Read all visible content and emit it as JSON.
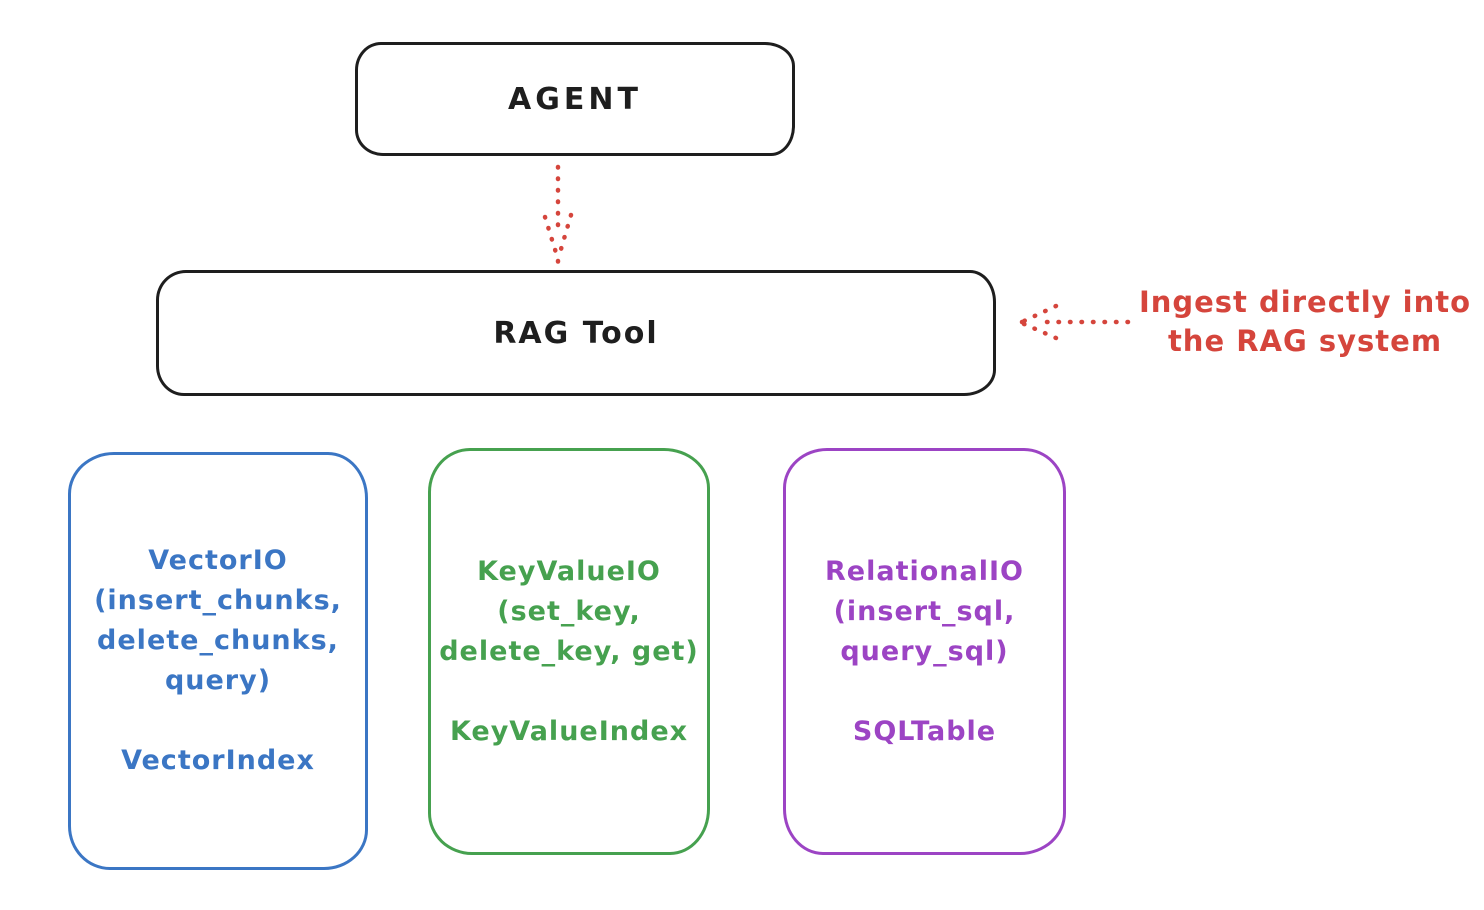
{
  "colors": {
    "background": "#ffffff",
    "stroke_black": "#1e1e1e",
    "accent_red": "#d5453c",
    "accent_blue": "#3b76c4",
    "accent_green": "#46a14f",
    "accent_purple": "#9c44c4"
  },
  "nodes": {
    "agent": {
      "label": "AGENT"
    },
    "rag_tool": {
      "label": "RAG Tool"
    }
  },
  "annotation": {
    "line1": "Ingest directly into",
    "line2": "the RAG system"
  },
  "arrows": [
    {
      "name": "agent-to-rag-tool",
      "style": "dotted",
      "color": "#d5453c",
      "direction": "down"
    },
    {
      "name": "annotation-to-rag-tool",
      "style": "dotted",
      "color": "#d5453c",
      "direction": "left"
    }
  ],
  "io_boxes": [
    {
      "name": "vector-io",
      "color": "#3b76c4",
      "title_lines": [
        "VectorIO",
        "(insert_chunks,",
        "delete_chunks,",
        "query)"
      ],
      "index_label": "VectorIndex"
    },
    {
      "name": "keyvalue-io",
      "color": "#46a14f",
      "title_lines": [
        "KeyValueIO",
        "(set_key,",
        "delete_key, get)"
      ],
      "index_label": "KeyValueIndex"
    },
    {
      "name": "relational-io",
      "color": "#9c44c4",
      "title_lines": [
        "RelationalIO",
        "(insert_sql,",
        "query_sql)"
      ],
      "index_label": "SQLTable"
    }
  ]
}
